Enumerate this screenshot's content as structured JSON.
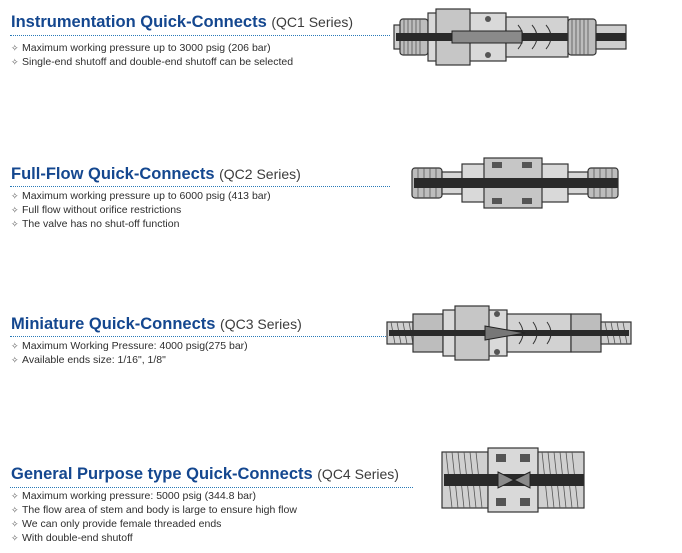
{
  "sections": [
    {
      "title": "Instrumentation Quick-Connects",
      "series": "(QC1 Series)",
      "bullets": [
        "Maximum working pressure up to 3000 psig (206 bar)",
        "Single-end shutoff and double-end shutoff can be selected"
      ]
    },
    {
      "title": "Full-Flow Quick-Connects",
      "series": "(QC2 Series)",
      "bullets": [
        "Maximum working pressure up to 6000 psig (413 bar)",
        "Full flow without orifice restrictions",
        "The valve has no shut-off function"
      ]
    },
    {
      "title": "Miniature Quick-Connects",
      "series": "(QC3 Series)",
      "bullets": [
        "Maximum Working Pressure: 4000 psig(275 bar)",
        "Available ends size: 1/16\", 1/8\""
      ]
    },
    {
      "title": "General Purpose type Quick-Connects",
      "series": "(QC4 Series)",
      "bullets": [
        "Maximum working pressure: 5000 psig (344.8 bar)",
        "The flow area of stem and body is large to ensure high flow",
        "We can only provide female threaded ends",
        "With double-end shutoff"
      ]
    }
  ],
  "bullet_marker": "✧",
  "colors": {
    "title": "#14478f",
    "rule": "#2a7ab8",
    "body_text": "#2e2e2e"
  }
}
